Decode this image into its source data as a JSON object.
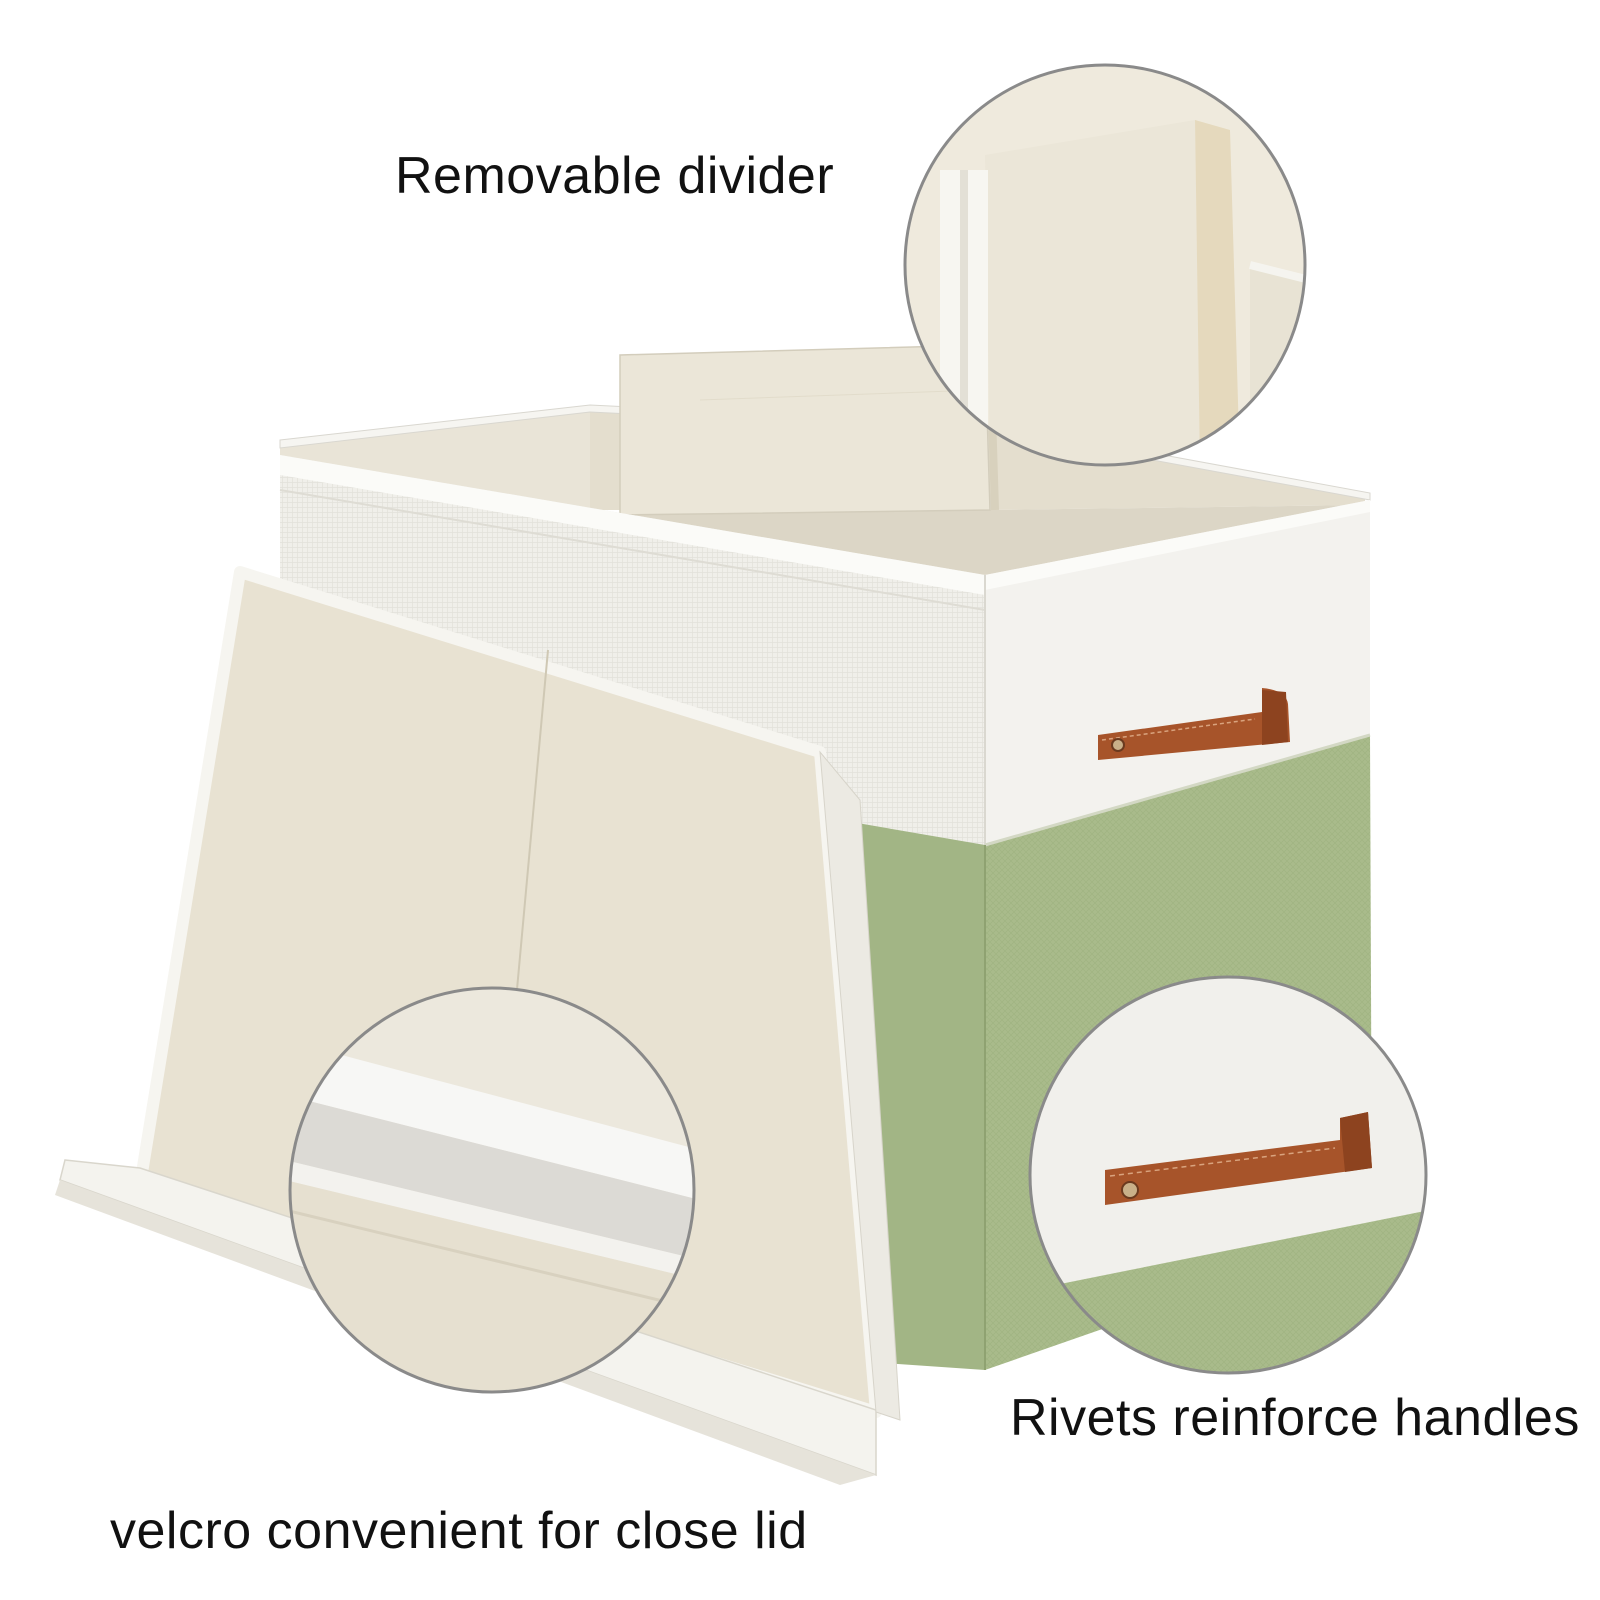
{
  "captions": {
    "divider": "Removable divider",
    "rivets": "Rivets reinforce handles",
    "velcro": "velcro convenient for close lid"
  },
  "colors": {
    "background": "#ffffff",
    "box_white": "#f2f1ec",
    "box_green": "#a9bb8b",
    "interior_beige": "#ebe6d8",
    "lid_beige": "#e8e2d2",
    "handle_brown": "#a7542a",
    "callout_ring": "#8a8a8a"
  },
  "icons": [
    "leather-handle-icon",
    "rivet-icon"
  ]
}
